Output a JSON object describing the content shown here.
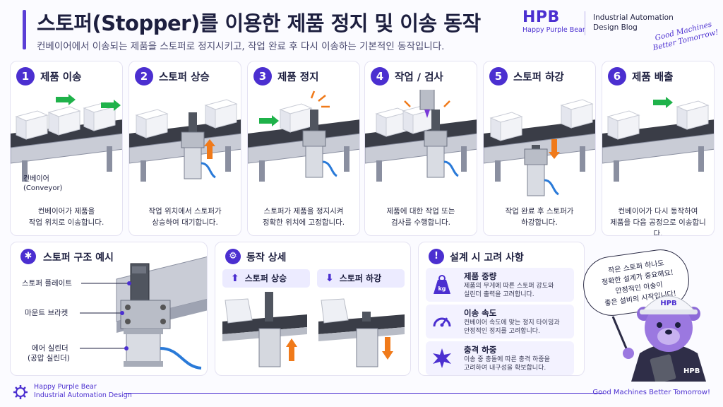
{
  "header": {
    "title": "스토퍼(Stopper)를 이용한 제품 정지 및 이송 동작",
    "subtitle": "컨베이어에서 이송되는 제품을 스토퍼로 정지시키고, 작업 완료 후 다시 이송하는 기본적인 동작입니다.",
    "brand_logo": "HPB",
    "brand_sub": "Happy Purple Bear",
    "blog_line1": "Industrial Automation",
    "blog_line2": "Design Blog",
    "slogan_line1": "Good Machines",
    "slogan_line2": "Better Tomorrow!"
  },
  "steps": [
    {
      "num": "1",
      "title": "제품 이송",
      "desc1": "컨베이어가 제품을",
      "desc2": "작업 위치로 이송합니다."
    },
    {
      "num": "2",
      "title": "스토퍼 상승",
      "desc1": "작업 위치에서 스토퍼가",
      "desc2": "상승하여 대기합니다."
    },
    {
      "num": "3",
      "title": "제품 정지",
      "desc1": "스토퍼가 제품을 정지시켜",
      "desc2": "정확한 위치에 고정합니다."
    },
    {
      "num": "4",
      "title": "작업 / 검사",
      "desc1": "제품에 대한 작업 또는",
      "desc2": "검사를 수행합니다."
    },
    {
      "num": "5",
      "title": "스토퍼 하강",
      "desc1": "작업 완료 후 스토퍼가",
      "desc2": "하강합니다."
    },
    {
      "num": "6",
      "title": "제품 배출",
      "desc1": "컨베이어가 다시 동작하여",
      "desc2": "제품을 다음 공정으로 이송합니다."
    }
  ],
  "conveyor_label": {
    "ko": "컨베이어",
    "en": "(Conveyor)"
  },
  "structure": {
    "title": "스토퍼 구조 예시",
    "labels": {
      "plate": "스토퍼 플레이트",
      "bracket": "마운트 브라켓",
      "cyl1": "에어 실린더",
      "cyl2": "(공압 실린더)"
    }
  },
  "motion": {
    "title": "동작 상세",
    "up": "스토퍼 상승",
    "down": "스토퍼 하강"
  },
  "considerations": {
    "title": "설계 시 고려 사항",
    "items": [
      {
        "title": "제품 중량",
        "desc1": "제품의 무게에 따른 스토퍼 강도와",
        "desc2": "실린더 출력을 고려합니다.",
        "icon_text": "kg"
      },
      {
        "title": "이송 속도",
        "desc1": "컨베이어 속도에 맞는 정지 타이밍과",
        "desc2": "안정적인 정지를 고려합니다."
      },
      {
        "title": "충격 하중",
        "desc1": "이송 중 충돌에 따른 충격 하중을",
        "desc2": "고려하여 내구성을 확보합니다."
      }
    ]
  },
  "mascot": {
    "bubble": [
      "작은 스토퍼 하나도",
      "정확한 설계가 중요해요!",
      "안정적인 이송이",
      "좋은 설비의 시작입니다!"
    ],
    "helmet_text": "HPB",
    "shirt_text": "HPB"
  },
  "footer": {
    "left1": "Happy Purple Bear",
    "left2": "Industrial Automation Design",
    "right": "Good Machines Better Tomorrow!"
  },
  "colors": {
    "accent": "#4b2fd0",
    "arrow_green": "#1fb24a",
    "arrow_orange": "#f07a1a",
    "panel_bg": "#ffffff"
  }
}
